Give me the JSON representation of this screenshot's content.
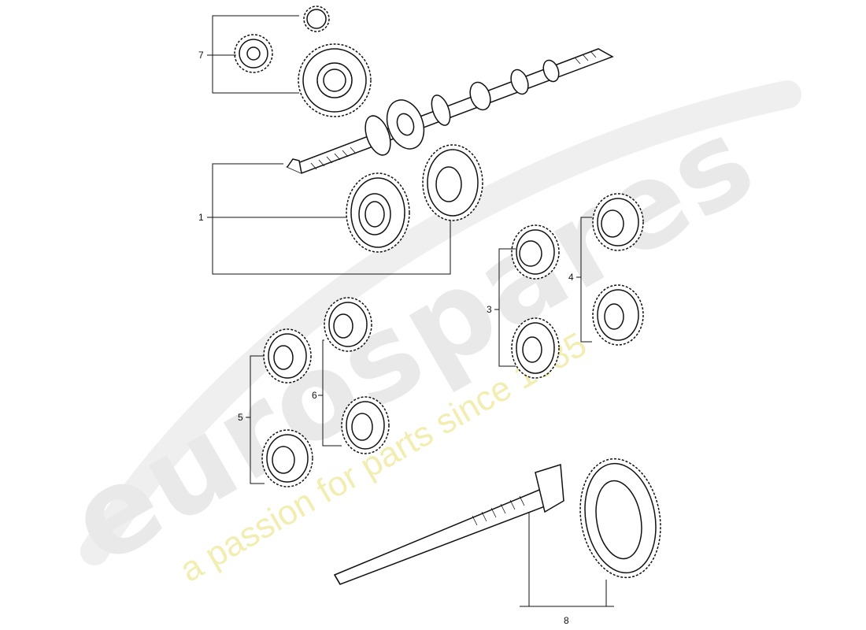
{
  "watermark": {
    "brand": "eurospares",
    "tagline": "a passion for parts since 1985"
  },
  "callouts": [
    "7",
    "1",
    "3",
    "4",
    "5",
    "6",
    "8"
  ],
  "colors": {
    "line": "#111111",
    "watermark_text": "#e9e9e9",
    "watermark_tagline": "#f2edb0"
  }
}
